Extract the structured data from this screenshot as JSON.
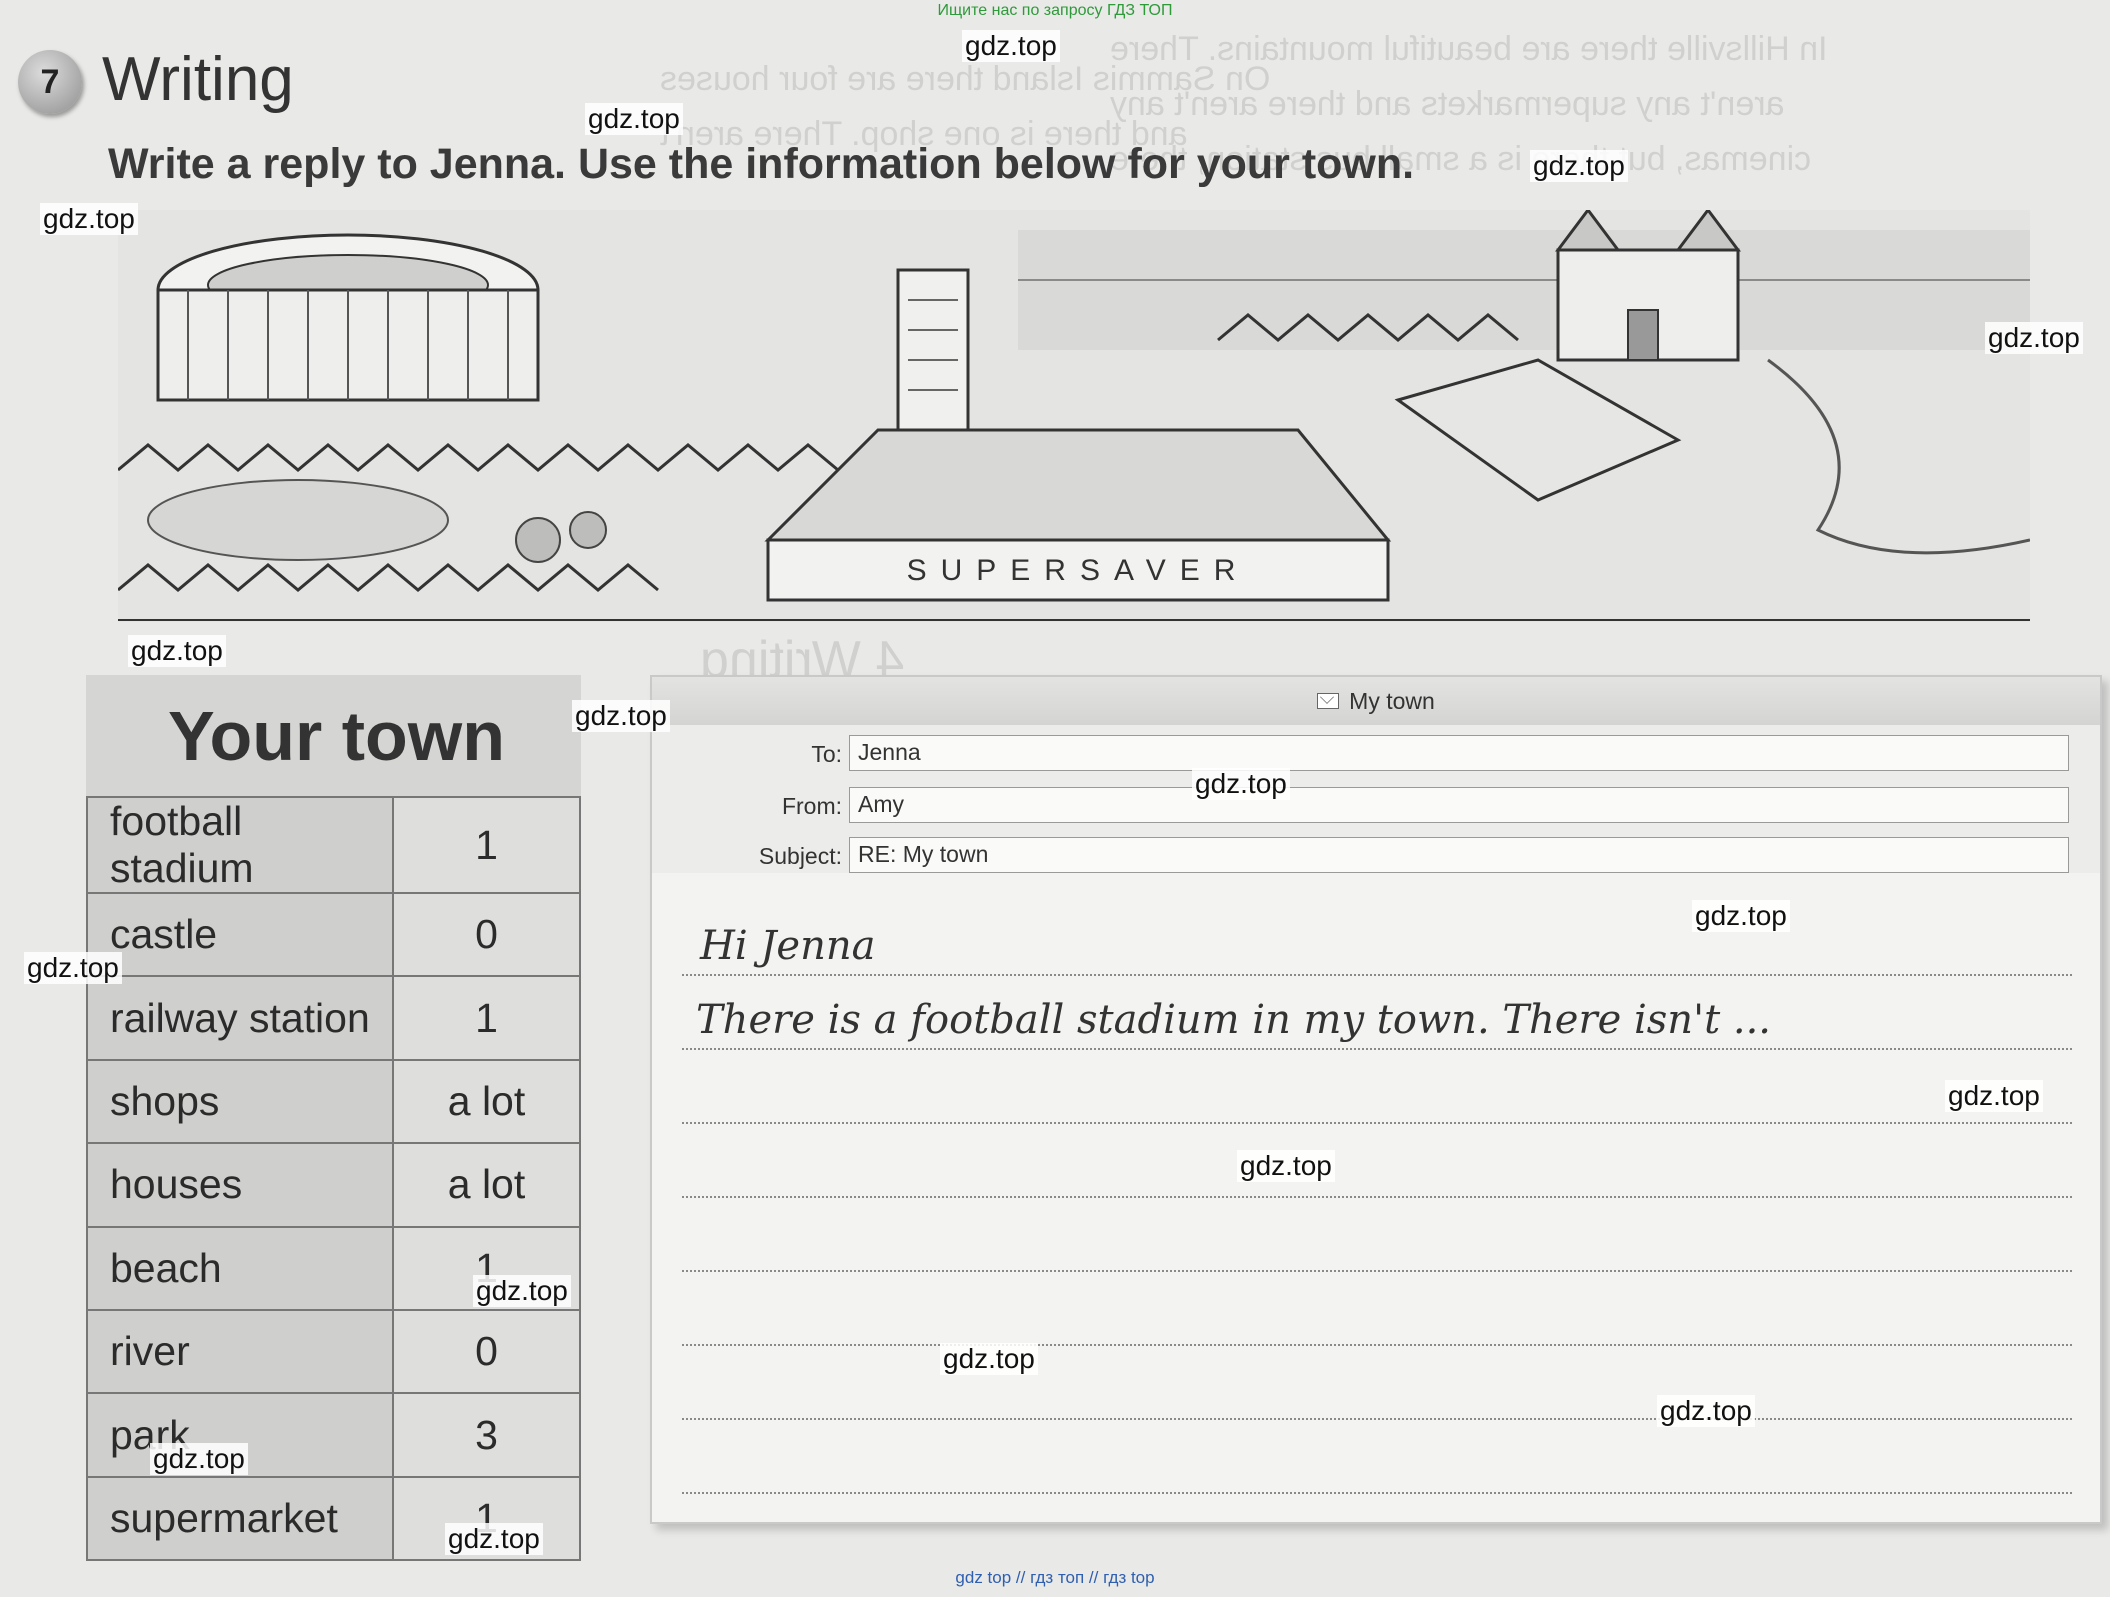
{
  "top_note": "Ищите нас по запросу ГДЗ ТОП",
  "section": {
    "number": "7",
    "title": "Writing"
  },
  "instruction": "Write a reply to Jenna. Use the information below for your town.",
  "illustration": {
    "sign": "SUPERSAVER"
  },
  "town": {
    "title": "Your town",
    "rows": [
      {
        "place": "football stadium",
        "amount": "1"
      },
      {
        "place": "castle",
        "amount": "0"
      },
      {
        "place": "railway station",
        "amount": "1"
      },
      {
        "place": "shops",
        "amount": "a lot"
      },
      {
        "place": "houses",
        "amount": "a lot"
      },
      {
        "place": "beach",
        "amount": "1"
      },
      {
        "place": "river",
        "amount": "0"
      },
      {
        "place": "park",
        "amount": "3"
      },
      {
        "place": "supermarket",
        "amount": "1"
      }
    ]
  },
  "email": {
    "window_title": "My town",
    "to_label": "To:",
    "to": "Jenna",
    "from_label": "From:",
    "from": "Amy",
    "subject_label": "Subject:",
    "subject": "RE: My town",
    "greeting": "Hi Jenna",
    "first_line": "There is a football stadium in my town. There isn't ..."
  },
  "watermark": "gdz.top",
  "footer": "gdz top  //  гдз топ  //  гдз top"
}
